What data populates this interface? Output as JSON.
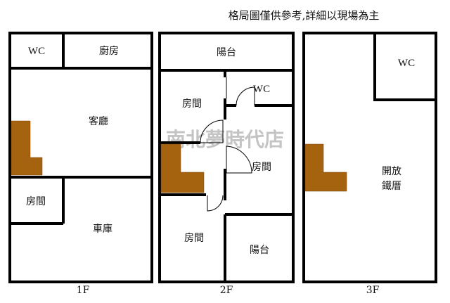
{
  "title": "格局圖僅供參考,詳細以現場為主",
  "watermark": "南北夢時代店",
  "colors": {
    "wall": "#000000",
    "stairs": "#a6630f"
  },
  "floors": [
    {
      "label": "1F",
      "rooms": [
        "WC",
        "廚房",
        "客廳",
        "房間",
        "車庫"
      ]
    },
    {
      "label": "2F",
      "rooms": [
        "陽台",
        "房間",
        "WC",
        "房間",
        "房間",
        "陽台"
      ]
    },
    {
      "label": "3F",
      "rooms": [
        "WC",
        "開放",
        "鐵厝"
      ]
    }
  ]
}
